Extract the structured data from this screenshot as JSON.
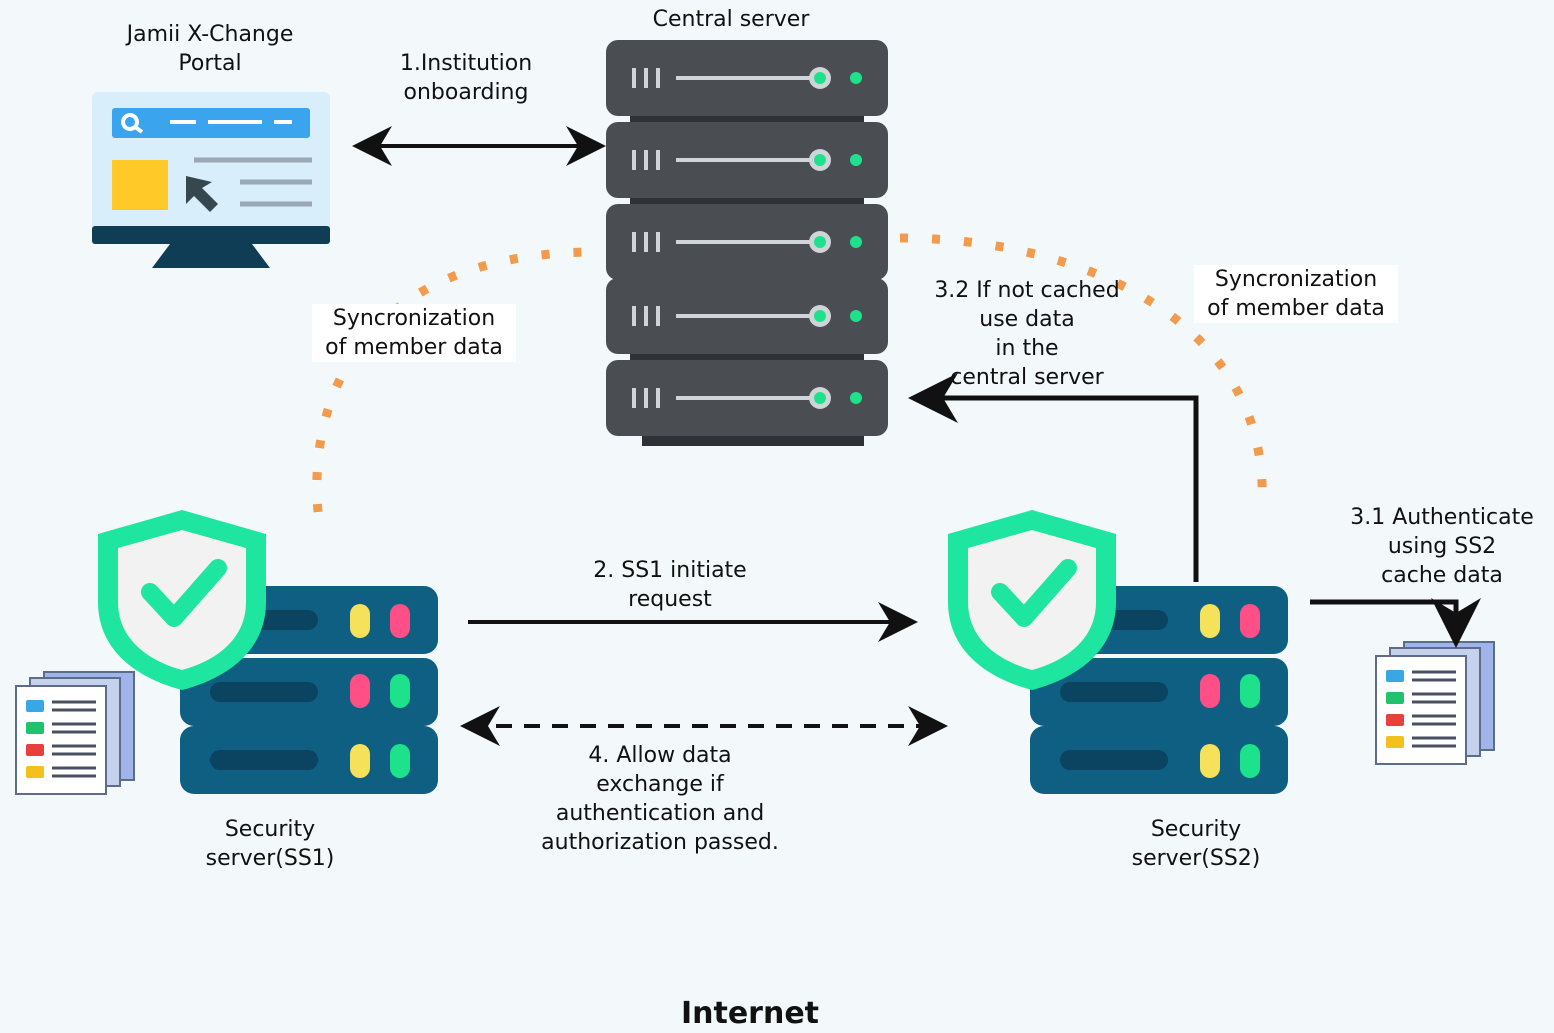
{
  "labels": {
    "portal": "Jamii X-Change\nPortal",
    "central_server": "Central server",
    "onboarding": "1.Institution\nonboarding",
    "sync_left": "Syncronization\nof member data",
    "sync_right": "Syncronization\nof member data",
    "not_cached": "3.2 If not cached\nuse data\nin the\ncentral server",
    "authenticate": "3.1 Authenticate\nusing SS2\ncache data",
    "initiate": "2. SS1 initiate\nrequest",
    "allow": "4. Allow data\nexchange if\nauthentication and\nauthorization passed.",
    "ss1": "Security\nserver(SS1)",
    "ss2": "Security\nserver(SS2)",
    "footer": "Internet"
  },
  "colors": {
    "background": "#f3f8fb",
    "server_rack": "#4a4d51",
    "server_led": "#1de28b",
    "security_server": "#0f5f82",
    "shield": "#1ee6a1",
    "sync_dots": "#f29b4c",
    "arrows": "#111111"
  },
  "icons": {
    "portal": "monitor-portal-icon",
    "central": "server-rack-icon",
    "ss1": "security-server-icon",
    "ss2": "security-server-icon",
    "doc_left": "document-stack-icon",
    "doc_right": "document-stack-icon"
  }
}
